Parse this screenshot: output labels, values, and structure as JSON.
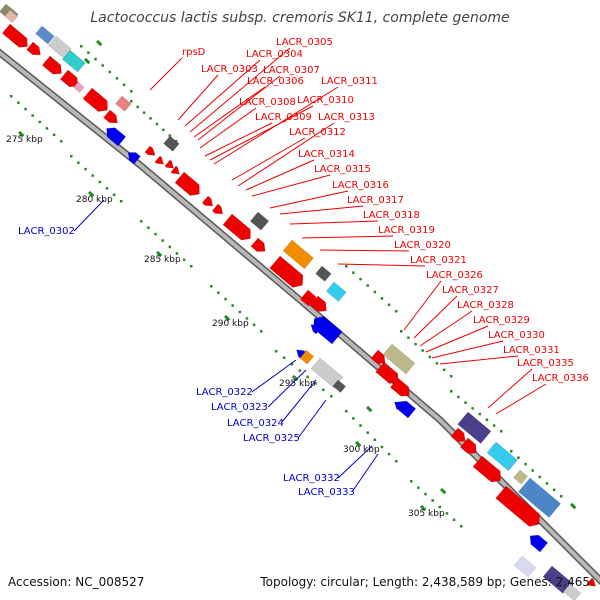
{
  "title": "Lactococcus lactis subsp. cremoris SK11, complete genome",
  "accession": "Accession: NC_008527",
  "topology": "Topology: circular; Length: 2,438,589 bp; Genes: 2,465",
  "ticks": [
    "275 kbp",
    "280 kbp",
    "285 kbp",
    "290 kbp",
    "295 kbp",
    "300 kbp",
    "305 kbp"
  ],
  "red_labels": [
    "rpsD",
    "LACR_0303",
    "LACR_0304",
    "LACR_0305",
    "LACR_0306",
    "LACR_0307",
    "LACR_0308",
    "LACR_0309",
    "LACR_0310",
    "LACR_0311",
    "LACR_0312",
    "LACR_0313",
    "LACR_0314",
    "LACR_0315",
    "LACR_0316",
    "LACR_0317",
    "LACR_0318",
    "LACR_0319",
    "LACR_0320",
    "LACR_0321",
    "LACR_0326",
    "LACR_0327",
    "LACR_0328",
    "LACR_0329",
    "LACR_0330",
    "LACR_0331",
    "LACR_0335",
    "LACR_0336"
  ],
  "blue_labels": [
    "LACR_0302",
    "LACR_0322",
    "LACR_0323",
    "LACR_0324",
    "LACR_0325",
    "LACR_0332",
    "LACR_0333"
  ],
  "colors": {
    "forward": "#ee0000",
    "reverse": "#0000ee",
    "backbone": "#8c8c8c",
    "grid": "#228b22"
  }
}
